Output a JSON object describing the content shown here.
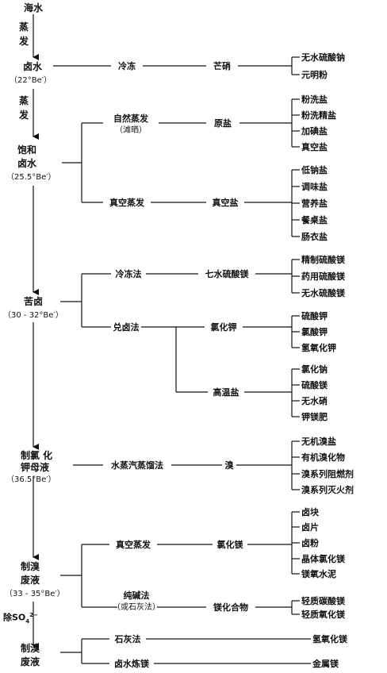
{
  "main": {
    "seawater": "海水",
    "evap_a": "蒸",
    "evap_b": "发",
    "brine": "卤水",
    "brine_deg": "（22°Be′）",
    "evap2_a": "蒸",
    "evap2_b": "发",
    "sat_a": "饱和",
    "sat_b": "卤水",
    "sat_deg": "（25.5°Be′）",
    "bittern": "苦卤",
    "bittern_deg": "（30 - 32°Be′）",
    "kcl_a": "制氯 化",
    "kcl_b": "钾母液",
    "kcl_deg": "（36.5°Be′）",
    "br1_a": "制溴",
    "br1_b": "废液",
    "br1_deg": "（33 - 35°Be′）",
    "remove_so4_pre": "除SO",
    "remove_so4_sup": "2−",
    "remove_so4_sub": "4",
    "br2_a": "制溴",
    "br2_b": "废液"
  },
  "processes": {
    "freeze1": "冷冻",
    "natural_evap": "自然蒸发",
    "natural_evap_note": "（滩晒）",
    "vacuum_evap1": "真空蒸发",
    "freeze2": "冷冻法",
    "blending": "兑卤法",
    "steam_distill": "水蒸汽蒸馏法",
    "vacuum_evap2": "真空蒸发",
    "soda": "纯碱法",
    "soda_note": "（或石灰法）",
    "lime": "石灰法",
    "brine_mg": "卤水炼镁"
  },
  "intermediates": {
    "mirabilite": "芒硝",
    "raw_salt": "原盐",
    "vacuum_salt": "真空盐",
    "epsom": "七水硫酸镁",
    "kcl": "氯化钾",
    "high_temp_salt": "高温盐",
    "bromine": "溴",
    "mgcl2": "氯化镁",
    "mg_compound": "镁化合物"
  },
  "products": {
    "g1": [
      "无水硫酸钠",
      "元明粉"
    ],
    "g2": [
      "粉洗盐",
      "粉洗精盐",
      "加碘盐",
      "真空盐"
    ],
    "g3": [
      "低钠盐",
      "调味盐",
      "营养盐",
      "餐桌盐",
      "肠衣盐"
    ],
    "g4": [
      "精制硫酸镁",
      "药用硫酸镁",
      "无水硫酸镁"
    ],
    "g5": [
      "硫酸钾",
      "氯酸钾",
      "氢氧化钾"
    ],
    "g6": [
      "氯化钠",
      "硫酸镁",
      "无水硝",
      "钾镁肥"
    ],
    "g7": [
      "无机溴盐",
      "有机溴化物",
      "溴系列阻燃剂",
      "溴系列灭火剂"
    ],
    "g8": [
      "卤块",
      "卤片",
      "卤粉",
      "晶体氯化镁",
      "镁氧水泥"
    ],
    "g9": [
      "轻质碳酸镁",
      "轻质氧化镁"
    ],
    "g10": "氢氧化镁",
    "g11": "金属镁"
  }
}
